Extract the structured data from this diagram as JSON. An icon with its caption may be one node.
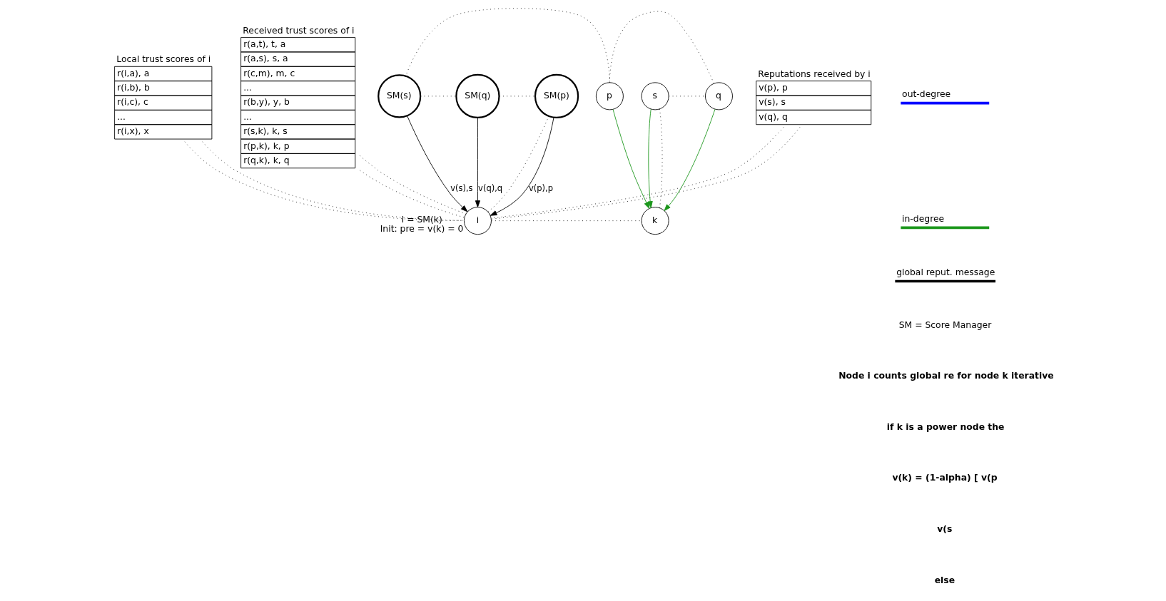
{
  "diagram": {
    "nodes": [
      {
        "text": [
          "Local trust scores of i",
          "r(i,a), a",
          "r(i,b), b",
          "r(i,c), c",
          "...",
          "r(i,x), x"
        ]
      },
      {
        "text": [
          "Received trust scores of i",
          "r(a,t), t, a",
          "r(a,s), s, a",
          "r(c,m), m, c",
          "...",
          "r(b,y), y, b",
          "...",
          "r(s,k), k, s",
          "r(p,k), k, p",
          "r(q,k), k, q"
        ]
      },
      {
        "text": [
          "i"
        ],
        "beside": [
          "i = SM(k)",
          "Init: pre = v(k) = 0"
        ]
      },
      {
        "text": [
          "k"
        ]
      },
      {
        "text": [
          "s"
        ]
      },
      {
        "text": [
          "q"
        ]
      },
      {
        "text": [
          "p"
        ]
      },
      {
        "text": [
          "SM(s)"
        ]
      },
      {
        "text": [
          "SM(q)"
        ]
      },
      {
        "text": [
          "SM(p)"
        ]
      },
      {
        "text": [
          "Reputations received by i",
          "v(p), p",
          "v(s), s",
          "v(q), q"
        ]
      }
    ],
    "edges": [
      {
        "from": 2,
        "to": 3,
        "arrow": "none",
        "style": "dashed"
      },
      {
        "from": 3,
        "to": 4,
        "arrow": "none",
        "style": "dashed"
      },
      {
        "from": 4,
        "to": 5,
        "arrow": "none",
        "style": "dashed"
      },
      {
        "from": 5,
        "to": 6,
        "arrow": "none",
        "style": "dashed"
      },
      {
        "from": 6,
        "to": 7,
        "arrow": "none",
        "style": "dashed"
      },
      {
        "from": 7,
        "to": 8,
        "arrow": "none",
        "style": "dashed"
      },
      {
        "from": 8,
        "to": 9,
        "arrow": "none",
        "style": "dashed"
      },
      {
        "from": 9,
        "to": 2,
        "arrow": "none",
        "style": "dashed"
      },
      {
        "from": 0,
        "to": 2,
        "arrow": "none",
        "style": "dashed"
      },
      {
        "from": 0,
        "to": 2,
        "arrow": "none",
        "style": "dashed"
      },
      {
        "from": 1,
        "to": 2,
        "arrow": "none",
        "style": "dashed"
      },
      {
        "from": 1,
        "to": 2,
        "arrow": "none",
        "style": "dashed"
      },
      {
        "from": 10,
        "to": 2,
        "arrow": "none",
        "style": "dashed"
      },
      {
        "from": 10,
        "to": 2,
        "arrow": "none",
        "style": "dashed"
      },
      {
        "from": 9,
        "to": 2,
        "arrow": "to",
        "label": "v(p),p"
      },
      {
        "from": 8,
        "to": 2,
        "arrow": "to",
        "label": "v(q),q"
      },
      {
        "from": 7,
        "to": 2,
        "arrow": "to",
        "label": "v(s),s"
      },
      {
        "from": 4,
        "to": 3,
        "arrow": "to",
        "color": "#1a961a"
      },
      {
        "from": 5,
        "to": 3,
        "arrow": "to",
        "color": "#1a961a"
      },
      {
        "from": 6,
        "to": 3,
        "arrow": "to",
        "color": "#1a961a"
      }
    ],
    "labels": [
      "SM = Score Manager",
      "Node i counts global re for node k iterative",
      "if k is a power node the",
      "v(k) = (1-alpha) [ v(p",
      "v(s",
      "else"
    ],
    "legend": [
      {
        "text": "out-degree",
        "color": "#0000ff"
      },
      {
        "text": "in-degree",
        "color": "#1a961a"
      },
      {
        "text": "global reput. message",
        "color": "#000000"
      }
    ]
  }
}
